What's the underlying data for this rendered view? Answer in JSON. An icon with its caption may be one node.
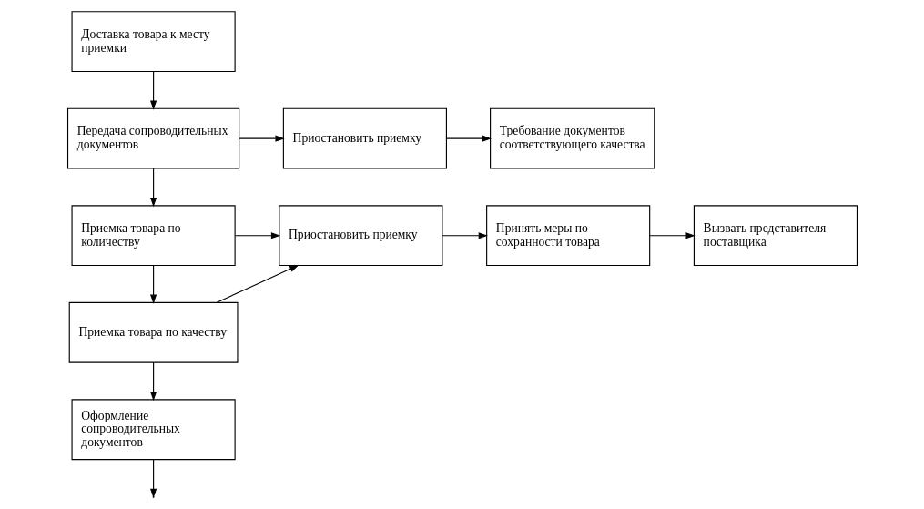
{
  "diagram": {
    "nodes": [
      {
        "text": [
          "Доставка товара к месту приемки"
        ]
      },
      {
        "text": [
          "Передача сопроводительных документов"
        ]
      },
      {
        "text": [
          "Приостановить приемку"
        ]
      },
      {
        "text": [
          "Требование документов соответствующего качества"
        ]
      },
      {
        "text": [
          "Приемка товара по количеству"
        ]
      },
      {
        "text": [
          "Приостановить приемку"
        ]
      },
      {
        "text": [
          "Принять меры по сохранности товара"
        ]
      },
      {
        "text": [
          "Вызвать представителя поставщика"
        ]
      },
      {
        "text": [
          "Приемка товара по качеству"
        ]
      },
      {
        "text": [
          "Оформление сопроводительных документов"
        ]
      }
    ],
    "edges": [
      {
        "from": 0,
        "to": 1,
        "arrow": "to"
      },
      {
        "from": 1,
        "to": 2,
        "arrow": "to"
      },
      {
        "from": 2,
        "to": 3,
        "arrow": "to"
      },
      {
        "from": 1,
        "to": 4,
        "arrow": "to"
      },
      {
        "from": 4,
        "to": 5,
        "arrow": "to"
      },
      {
        "from": 5,
        "to": 6,
        "arrow": "to"
      },
      {
        "from": 6,
        "to": 7,
        "arrow": "to"
      },
      {
        "from": 4,
        "to": 8,
        "arrow": "to"
      },
      {
        "from": 8,
        "to": 5,
        "arrow": "to"
      },
      {
        "from": 8,
        "to": 9,
        "arrow": "to"
      },
      {
        "from": 9,
        "to": null,
        "arrow": "to"
      }
    ]
  }
}
